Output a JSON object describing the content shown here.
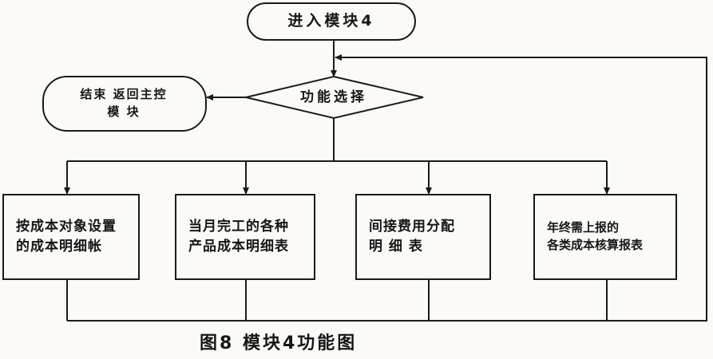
{
  "nodes": {
    "start": "进入模块4",
    "decision": "功能选择",
    "exit": "结束 返回主控\n模 块",
    "box1": "按成本对象设置\n的成本明细帐",
    "box2": "当月完工的各种\n产品成本明细表",
    "box3": "间接费用分配\n明 细 表",
    "box4": "年终需上报的\n各类成本核算报表"
  },
  "caption": "图8  模块4功能图",
  "colors": {
    "line": "#1a1a1a",
    "background": "#fbfaf6"
  }
}
